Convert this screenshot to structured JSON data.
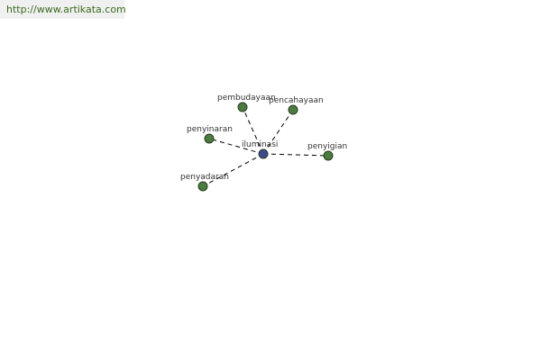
{
  "header": {
    "url": "http://www.artikata.com",
    "link_color": "#3a6b1e"
  },
  "graph": {
    "center": {
      "id": "iluminasi",
      "label": "iluminasi",
      "color": "#3d4a8c"
    },
    "nodes": [
      {
        "id": "pembudayaan",
        "label": "pembudayaan",
        "color": "#4a7c3f"
      },
      {
        "id": "pencahayaan",
        "label": "pencahayaan",
        "color": "#4a7c3f"
      },
      {
        "id": "penyinaran",
        "label": "penyinaran",
        "color": "#4a7c3f"
      },
      {
        "id": "penyigian",
        "label": "penyigian",
        "color": "#4a7c3f"
      },
      {
        "id": "penyadaran",
        "label": "penyadaran",
        "color": "#4a7c3f"
      }
    ],
    "edges": [
      {
        "from": "iluminasi",
        "to": "pembudayaan"
      },
      {
        "from": "iluminasi",
        "to": "pencahayaan"
      },
      {
        "from": "iluminasi",
        "to": "penyinaran"
      },
      {
        "from": "iluminasi",
        "to": "penyigian"
      },
      {
        "from": "iluminasi",
        "to": "penyadaran"
      }
    ]
  }
}
